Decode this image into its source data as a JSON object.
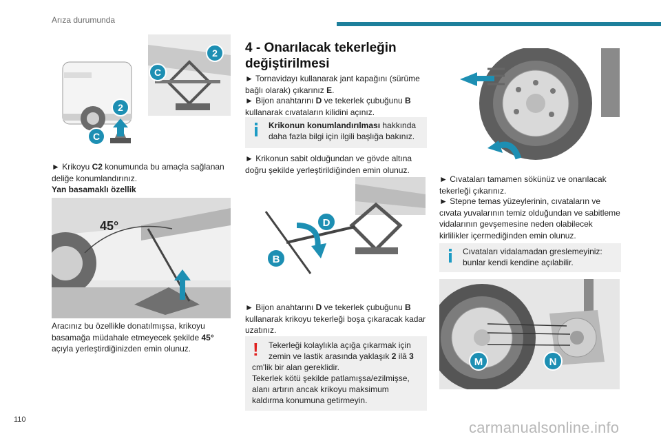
{
  "header": {
    "title": "Arıza durumunda",
    "accent_color": "#1d7f9b"
  },
  "page_number": "110",
  "watermark": "carmanualsonline.info",
  "left_column": {
    "fig1": {
      "badges": [
        "2",
        "C"
      ]
    },
    "p1": {
      "arrow": "►",
      "t1": " Krikoyu ",
      "b1": "C2",
      "t2": " konumunda bu amaçla sağlanan deliğe konumlandırınız."
    },
    "subheading": "Yan basamaklı özellik",
    "fig2": {
      "angle_label": "45°"
    },
    "p2": {
      "t1": "Aracınız bu özellikle donatılmışsa, krikoyu basamağa müdahale etmeyecek şekilde ",
      "b1": "45°",
      "t2": " açıyla yerleştirdiğinizden emin olunuz."
    }
  },
  "middle_column": {
    "title": "4 - Onarılacak tekerleğin değiştirilmesi",
    "s1": {
      "arrow": "►",
      "t1": " Tornavidayı kullanarak jant kapağını (sürüme bağlı olarak) çıkarınız ",
      "b1": "E",
      "t2": "."
    },
    "s2": {
      "arrow": "►",
      "t1": " Bijon anahtarını ",
      "b1": "D",
      "t2": " ve tekerlek çubuğunu ",
      "b2": "B",
      "t3": " kullanarak cıvataların kilidini açınız."
    },
    "info1": {
      "bold": "Krikonun konumlandırılması",
      "text": " hakkında daha fazla bilgi için ilgili başlığa bakınız."
    },
    "s3": {
      "arrow": "►",
      "text": " Krikonun sabit olduğundan ve gövde altına doğru şekilde yerleştirildiğinden emin olunuz."
    },
    "fig3": {
      "badges": [
        "D",
        "B"
      ]
    },
    "s4": {
      "arrow": "►",
      "t1": " Bijon anahtarını ",
      "b1": "D",
      "t2": " ve tekerlek çubuğunu ",
      "b2": "B",
      "t3": " kullanarak krikoyu tekerleği boşa çıkaracak kadar uzatınız."
    },
    "warn": {
      "icon": "!",
      "t1": "Tekerleği kolaylıkla açığa çıkarmak için zemin ve lastik arasında yaklaşık ",
      "b1": "2",
      "t2": " ilâ ",
      "b2": "3",
      "t3": " cm'lik bir alan gereklidir.",
      "t4": "Tekerlek kötü şekilde patlamışsa/ezilmişse, alanı artırın ancak krikoyu maksimum kaldırma konumuna getirmeyin."
    }
  },
  "right_column": {
    "s1": {
      "arrow": "►",
      "text": " Cıvataları tamamen sökünüz ve onarılacak tekerleği çıkarınız."
    },
    "s2": {
      "arrow": "►",
      "text": " Stepne temas yüzeylerinin, cıvataların ve cıvata yuvalarının temiz olduğundan ve sabitleme vidalarının gevşemesine neden olabilecek kirlilikler içermediğinden emin olunuz."
    },
    "info2": {
      "text": "Cıvataları vidalamadan greslemeyiniz: bunlar kendi kendine açılabilir."
    },
    "fig5": {
      "badges": [
        "M",
        "N"
      ]
    }
  },
  "colors": {
    "badge": "#1d8fb3",
    "info": "#1d9bc4",
    "warning": "#e0201f",
    "box": "#efefef"
  }
}
